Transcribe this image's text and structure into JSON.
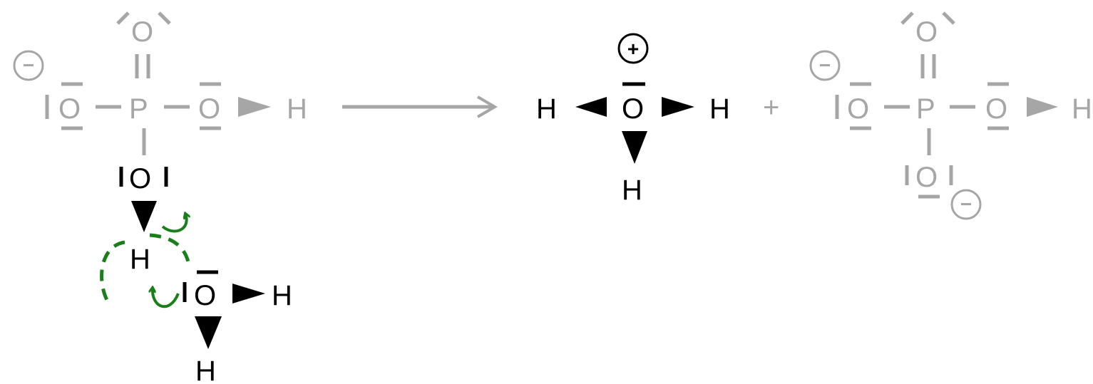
{
  "symbols": {
    "oxygen": "O",
    "phosphorus": "P",
    "hydrogen": "H",
    "plus": "+",
    "minus": "−",
    "positive_charge": "+"
  },
  "colors": {
    "spectator": "#a6a6a6",
    "reacting": "#000000",
    "electron_arrows": "#1a7f1a"
  }
}
